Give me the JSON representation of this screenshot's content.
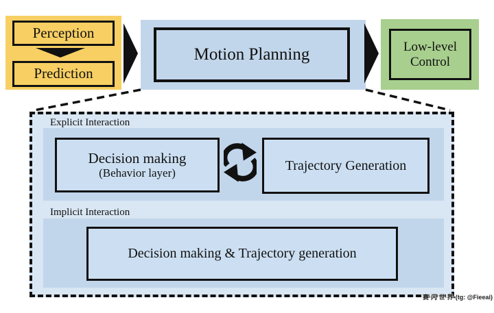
{
  "pipeline": {
    "perception": "Perception",
    "prediction": "Prediction",
    "motion_planning": "Motion Planning",
    "low_level_control": "Low-level Control"
  },
  "detail": {
    "explicit": {
      "label": "Explicit Interaction",
      "decision_making": "Decision making",
      "decision_making_sub": "(Behavior layer)",
      "trajectory_generation": "Trajectory Generation"
    },
    "implicit": {
      "label": "Implicit Interaction",
      "combined": "Decision making & Trajectory generation"
    }
  },
  "icons": {
    "flow_arrow_down": "arrow-down-icon",
    "flow_arrow_right": "arrow-right-icon",
    "cycle": "cycle-arrows-icon",
    "callout": "zoom-callout-dashed-lines"
  },
  "watermark": "赛·闪 世·界•(tg: @Fieeai)",
  "colors": {
    "panel-yellow": "#F7CF63",
    "panel-blue": "#C2D6EB",
    "panel-green": "#A8CF8E",
    "box-blue": "#CCDFF2",
    "detail-blue": "#D9E6F3",
    "ink": "#111111"
  }
}
